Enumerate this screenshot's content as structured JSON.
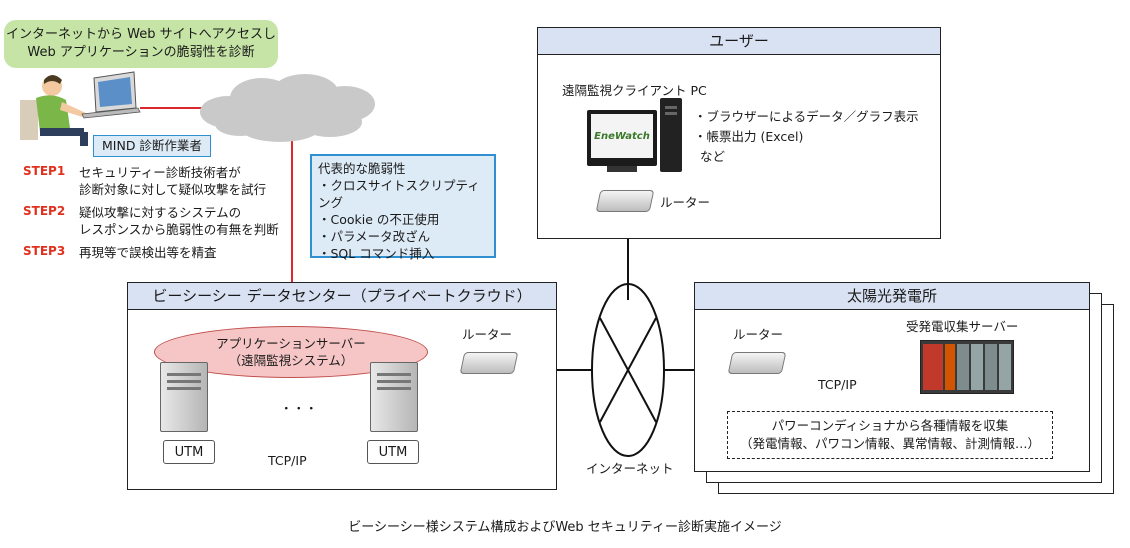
{
  "banner": {
    "line1": "インターネットから Web サイトへアクセスし",
    "line2": "Web アプリケーションの脆弱性を診断"
  },
  "worker_label": "MIND 診断作業者",
  "steps": [
    {
      "tag": "STEP1",
      "line1": "セキュリティー診断技術者が",
      "line2": "診断対象に対して疑似攻撃を試行"
    },
    {
      "tag": "STEP2",
      "line1": "疑似攻撃に対するシステムの",
      "line2": "レスポンスから脆弱性の有無を判断"
    },
    {
      "tag": "STEP3",
      "line1": "再現等で誤検出等を精査",
      "line2": ""
    }
  ],
  "vuln": {
    "title": "代表的な脆弱性",
    "items": [
      "・クロスサイトスクリプティング",
      "・Cookie の不正使用",
      "・パラメータ改ざん",
      "・SQL コマンド挿入"
    ]
  },
  "user": {
    "header": "ユーザー",
    "pc_label": "遠隔監視クライアント PC",
    "features": [
      "・ブラウザーによるデータ／グラフ表示",
      "・帳票出力 (Excel)",
      "など"
    ],
    "router": "ルーター",
    "logo": "EneWatch"
  },
  "datacenter": {
    "header": "ビーシーシー データセンター（プライベートクラウド）",
    "app_server_line1": "アプリケーションサーバー",
    "app_server_line2": "（遠隔監視システム）",
    "dots": "・・・",
    "utm1": "UTM",
    "utm2": "UTM",
    "tcpip": "TCP/IP",
    "router": "ルーター"
  },
  "internet_label": "インターネット",
  "solar": {
    "header": "太陽光発電所",
    "router": "ルーター",
    "server": "受発電収集サーバー",
    "tcpip": "TCP/IP",
    "collect_line1": "パワーコンディショナから各種情報を収集",
    "collect_line2": "（発電情報、パワコン情報、異常情報、計測情報…）"
  },
  "caption": "ビーシーシー様システム構成およびWeb セキュリティー診断実施イメージ",
  "colors": {
    "banner": "#c6e4a6",
    "vuln_bg": "#ddebf7",
    "vuln_border": "#2f8fd0",
    "header_bg": "#d9e2f3",
    "step": "#e0301e",
    "line_red": "#d9282e",
    "oval": "#f6c6c6"
  }
}
